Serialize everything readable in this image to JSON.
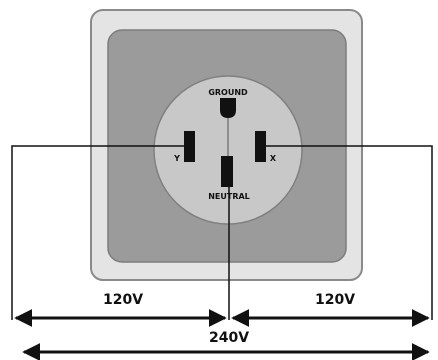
{
  "outlet": {
    "ground_label": "GROUND",
    "neutral_label": "NEUTRAL",
    "left_slot_label": "Y",
    "right_slot_label": "X"
  },
  "voltages": {
    "left": "120V",
    "right": "120V",
    "total": "240V"
  },
  "colors": {
    "plate_outer": "#e4e4e4",
    "plate_border": "#8a8a8a",
    "plate_inner": "#9b9b9b",
    "receptacle_face": "#c8c8c8",
    "slot": "#111111",
    "wire": "#111111"
  }
}
